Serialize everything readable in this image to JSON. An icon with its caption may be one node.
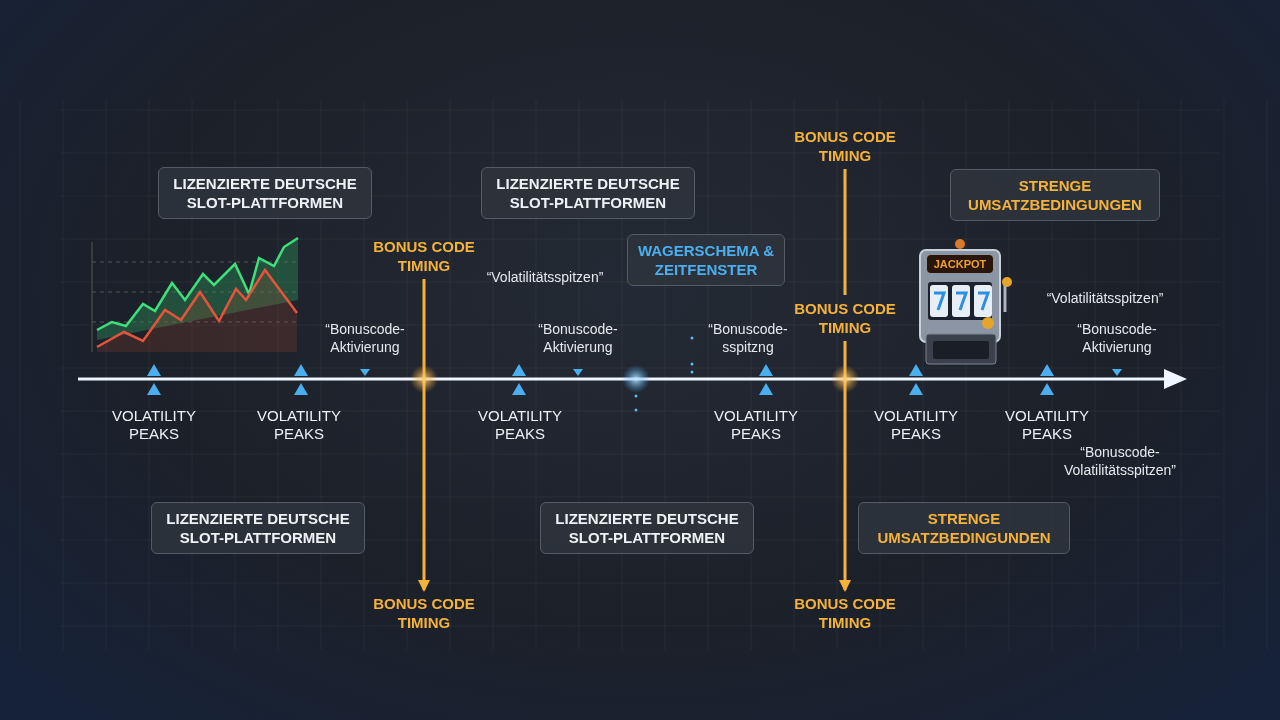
{
  "diagram": {
    "nodes": [
      {
        "text": [
          "BONUS CODE TIMING"
        ]
      },
      {
        "text": [
          "LIZENZIERTE DEUTSCHE SLOT-PLATTFORMEN"
        ]
      },
      {
        "text": [
          "LIZENZIERTE DEUTSCHE SLOT-PLATTFORMEN"
        ]
      },
      {
        "text": [
          "STRENGE UMSATZBEDINGUNGEN"
        ]
      },
      {
        "text": [
          "BONUS CODE TIMING"
        ]
      },
      {
        "text": [
          "WAGERSCHEMA & ZEITFENSTER"
        ]
      },
      {
        "text": [
          "BONUS CODE TIMING"
        ]
      },
      {
        "text": [
          "LIZENZIERTE DEUTSCHE SLOT-PLATTFORMEN"
        ]
      },
      {
        "text": [
          "LIZENZIERTE **DEUTSCHE SLOT-PLATTFORMEN**"
        ]
      },
      {
        "text": [
          "STRENGE UMSATZBEDINGUNDEN"
        ]
      },
      {
        "text": [
          "BONUS CODE TIMING"
        ]
      },
      {
        "text": [
          "BONUS CODE TIMING"
        ]
      }
    ],
    "edges": [
      {
        "from": 4,
        "to": 10,
        "arrow": "to"
      },
      {
        "from": 0,
        "to": 6,
        "arrow": "none"
      },
      {
        "from": 6,
        "to": 11,
        "arrow": "to"
      }
    ],
    "labels": [
      "“Volatilitätsspitzen”",
      "“Bonuscode- Aktivierung",
      "“Bonuscode- Aktivierung",
      "“Bonuscode- sspitzng",
      "JACKPOT",
      "“Volatilitätsspitzen”",
      "“Bonuscode- Aktivierung",
      "VOLATILITY PEAKS",
      "VOLATILITY PEAKS",
      "VOLATILITY PEAKS",
      "VOLATILITY PEAKS",
      "VOLATILITY PEAKS",
      "VOLATILITY PEAKS",
      "“Bonuscode- Volatilitätsspitzen”"
    ]
  }
}
